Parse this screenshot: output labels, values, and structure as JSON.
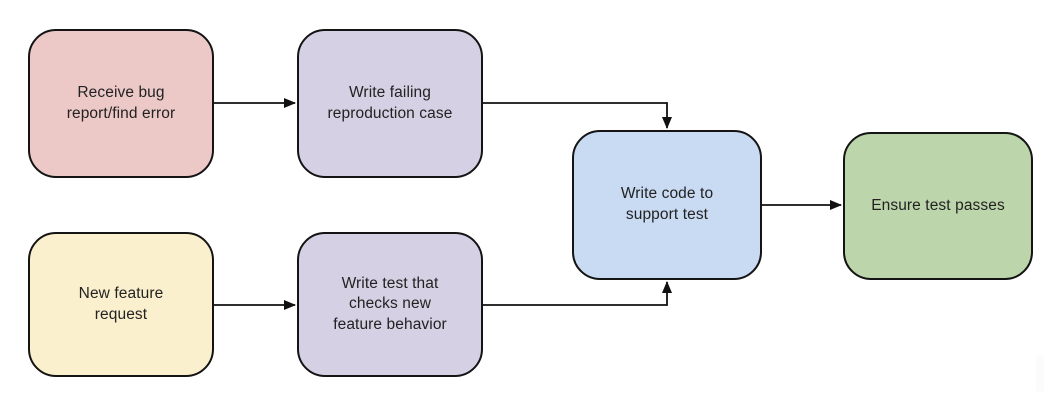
{
  "diagram": {
    "type": "flowchart",
    "nodes": [
      {
        "id": "receive-bug-report",
        "label": "Receive bug\nreport/find error",
        "fill": "#ecc8c7"
      },
      {
        "id": "write-failing-reproduction-case",
        "label": "Write failing\nreproduction case",
        "fill": "#d5d0e3"
      },
      {
        "id": "new-feature-request",
        "label": "New feature\nrequest",
        "fill": "#fbf0cd"
      },
      {
        "id": "write-test-checks-new-feature",
        "label": "Write test that\nchecks new\nfeature behavior",
        "fill": "#d5d0e3"
      },
      {
        "id": "write-code-to-support-test",
        "label": "Write code to\nsupport test",
        "fill": "#c9daf3"
      },
      {
        "id": "ensure-test-passes",
        "label": "Ensure test passes",
        "fill": "#bcd5ab"
      }
    ],
    "edges": [
      {
        "from": "receive-bug-report",
        "to": "write-failing-reproduction-case"
      },
      {
        "from": "write-failing-reproduction-case",
        "to": "write-code-to-support-test"
      },
      {
        "from": "new-feature-request",
        "to": "write-test-checks-new-feature"
      },
      {
        "from": "write-test-checks-new-feature",
        "to": "write-code-to-support-test"
      },
      {
        "from": "write-code-to-support-test",
        "to": "ensure-test-passes"
      }
    ],
    "edge_color": "#111111",
    "node_border_color": "#141414",
    "text_color": "#222222",
    "background_color": "#ffffff"
  }
}
